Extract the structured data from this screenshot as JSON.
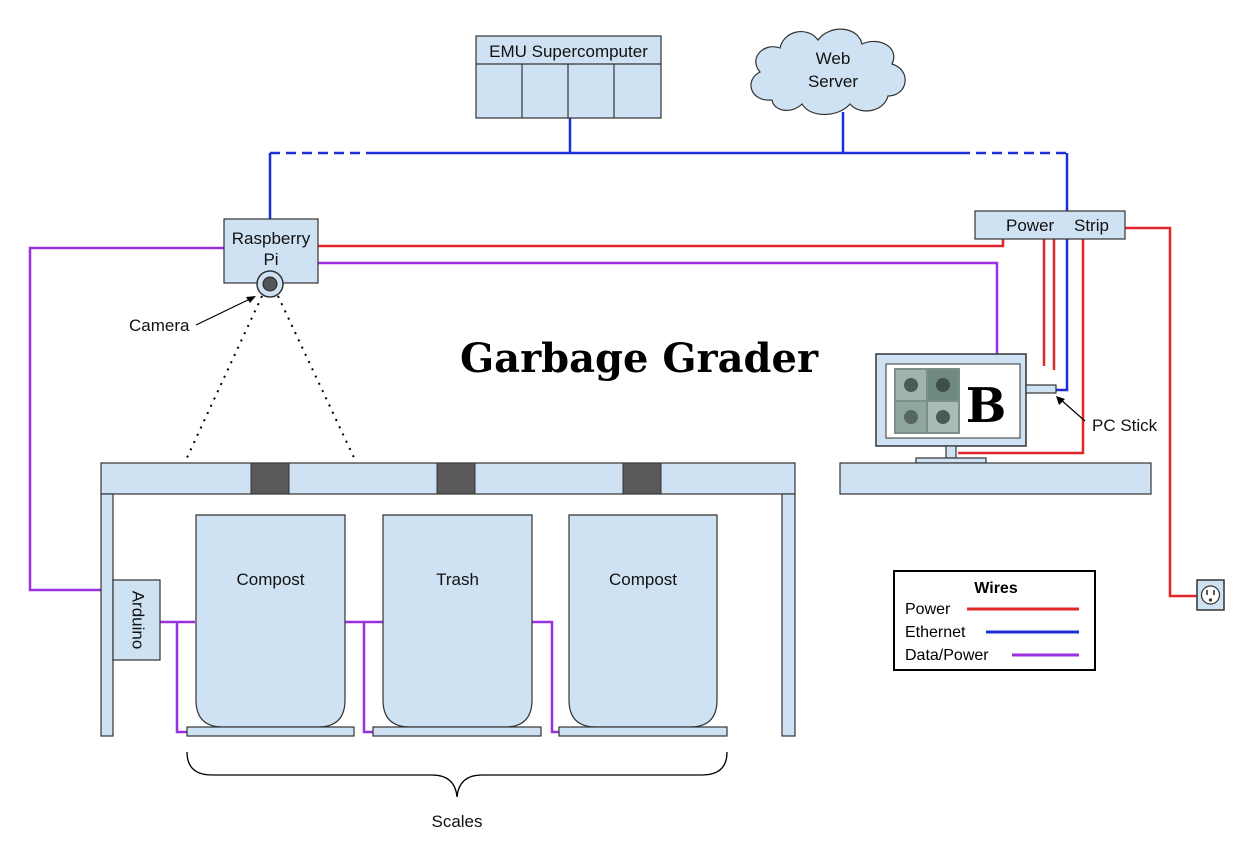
{
  "title": "Garbage Grader",
  "nodes": {
    "supercomputer": "EMU Supercomputer",
    "web_server_line1": "Web",
    "web_server_line2": "Server",
    "raspberry_pi_line1": "Raspberry",
    "raspberry_pi_line2": "Pi",
    "camera": "Camera",
    "power_strip_word1": "Power",
    "power_strip_word2": "Strip",
    "pc_stick": "PC Stick",
    "monitor_letter": "B",
    "arduino": "Arduino",
    "scales": "Scales"
  },
  "bins": [
    {
      "label": "Compost"
    },
    {
      "label": "Trash"
    },
    {
      "label": "Compost"
    }
  ],
  "legend": {
    "title": "Wires",
    "items": [
      {
        "label": "Power",
        "color": "#e3262a"
      },
      {
        "label": "Ethernet",
        "color": "#1a2fd6"
      },
      {
        "label": "Data/Power",
        "color": "#9b30e0"
      }
    ]
  },
  "colors": {
    "power": "#e3262a",
    "ethernet": "#1a2fd6",
    "data_power": "#9b30e0",
    "component_fill": "#cfe2f3",
    "slot_fill": "#595959"
  }
}
